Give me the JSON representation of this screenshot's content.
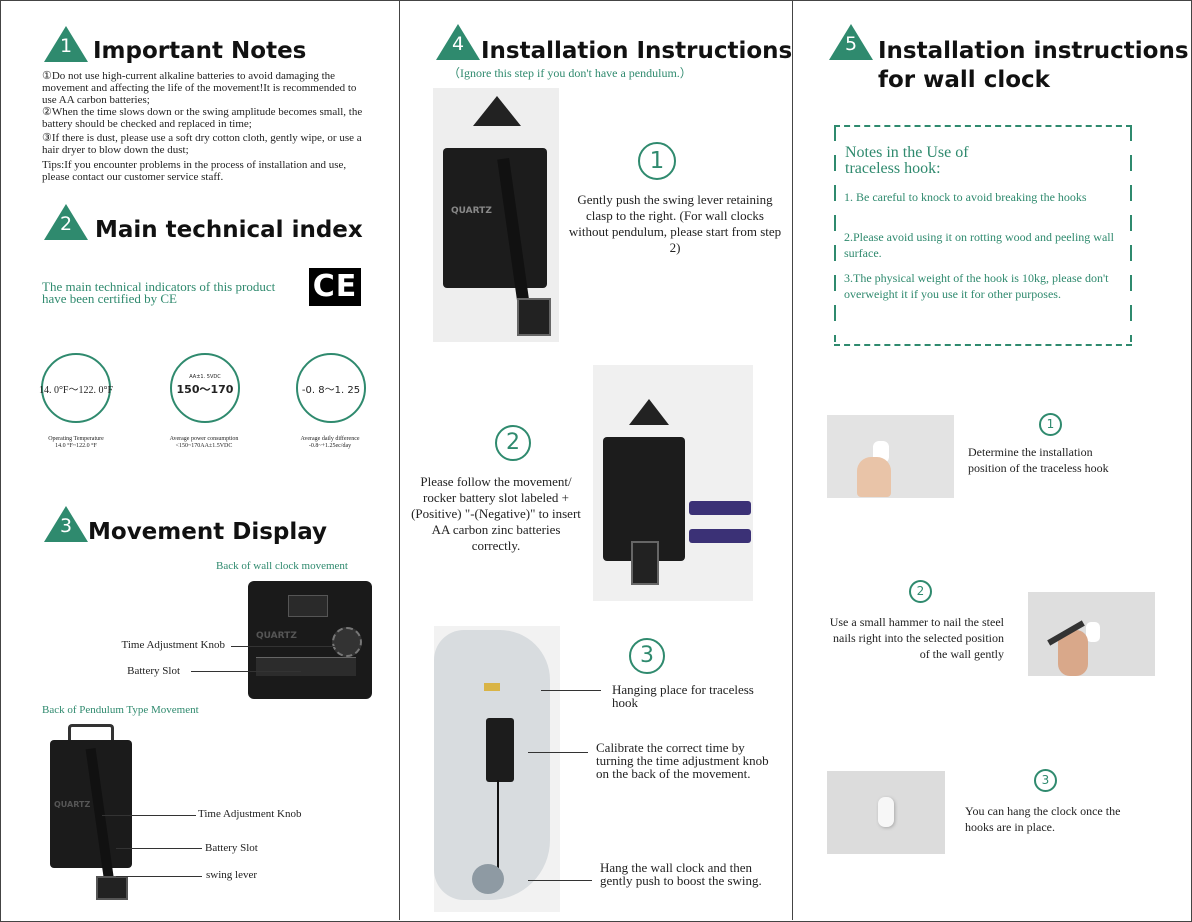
{
  "col1": {
    "s1": {
      "num": "1",
      "title": "Important Notes",
      "note1": "①Do not use high-current alkaline batteries to avoid damaging the movement and affecting the life of the movement!It is recommended to use AA carbon batteries;",
      "note2": "②When the time slows down or the swing amplitude becomes small, the battery should be checked and replaced in time;",
      "note3": "③If there is dust, please use a soft dry cotton cloth, gently wipe, or use a hair dryer to blow down the dust;",
      "tips": "Tips:If you encounter problems in the process of installation and use, please contact our customer service staff."
    },
    "s2": {
      "num": "2",
      "title": "Main technical index",
      "ce_text": "The main technical indicators of this product have been certified by CE",
      "ce_mark": "CE",
      "c1_value": "14. 0°F～122. 0°F",
      "c2_top": "AA±1. 5VDC",
      "c2_value": "150～170",
      "c3_value": "-0. 8～1. 25",
      "c1_caption": "Operating Temperature",
      "c1_sub": "14.0 °F~122.0 °F",
      "c2_caption": "Average power consumption",
      "c2_sub": "<150~170AA±1.5VDC",
      "c3_caption": "Average daily difference",
      "c3_sub": "-0.8~+1.25ec/day"
    },
    "s3": {
      "num": "3",
      "title": "Movement Display",
      "back_wall": "Back of wall clock movement",
      "knob": "Time Adjustment Knob",
      "slot": "Battery Slot",
      "back_pend": "Back of Pendulum Type Movement",
      "knob2": "Time Adjustment Knob",
      "slot2": "Battery Slot",
      "lever": "swing lever",
      "quartz": "QUARTZ"
    }
  },
  "col2": {
    "num": "4",
    "title": "Installation Instructions",
    "sub": "（Ignore this step if you don't have a pendulum.）",
    "step1_num": "1",
    "step1": "Gently push the swing lever retaining clasp to the right. (For wall clocks without pendulum, please start from step 2)",
    "step2_num": "2",
    "step2": "Please follow the movement/ rocker battery slot labeled +(Positive) \"-(Negative)\" to insert AA carbon zinc batteries correctly.",
    "step3_num": "3",
    "hang_place": "Hanging place for traceless hook",
    "calibrate": "Calibrate the correct time by turning the time adjustment knob on the back of the movement.",
    "hang_clock": "Hang the wall clock and then gently push to boost the swing.",
    "quartz": "QUARTZ"
  },
  "col3": {
    "num": "5",
    "title1": "Installation instructions",
    "title2": "for wall clock",
    "notes_title": "Notes in the Use of traceless hook:",
    "n1": "1. Be careful to knock to avoid breaking the hooks",
    "n2": "2.Please avoid using it on rotting wood and peeling wall surface.",
    "n3": "3.The physical weight of the hook is 10kg, please don't overweight it if you use it for other purposes.",
    "s1_num": "1",
    "s1": "Determine the installation position of the traceless hook",
    "s2_num": "2",
    "s2": "Use a small hammer to nail the steel nails right into the selected position of the wall gently",
    "s3_num": "3",
    "s3": "You can hang the clock once the hooks are in place."
  },
  "colors": {
    "accent": "#2f8a6e",
    "text": "#222222"
  }
}
